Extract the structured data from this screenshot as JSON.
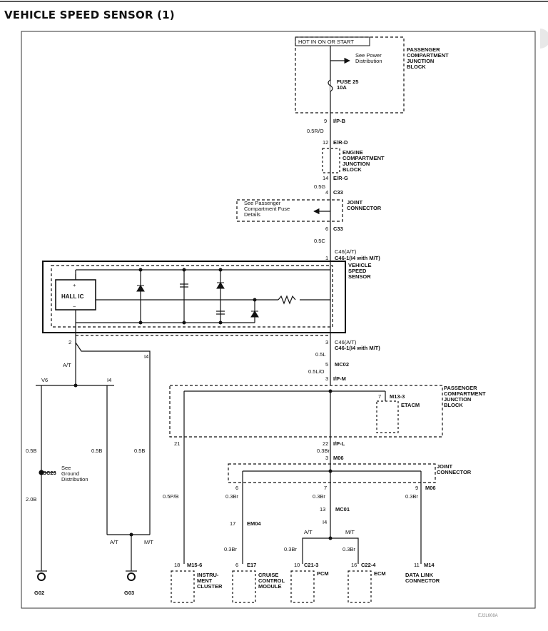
{
  "title": "VEHICLE SPEED SENSOR (1)",
  "image_id": "EJ2L608A",
  "top": {
    "hot_label": "HOT IN ON OR START",
    "see_power": [
      "See Power",
      "Distribution"
    ],
    "fuse": [
      "FUSE 25",
      "10A"
    ],
    "pcjb": [
      "PASSENGER",
      "COMPARTMENT",
      "JUNCTION",
      "BLOCK"
    ]
  },
  "main_line": {
    "p9": "9",
    "ipb": "I/P-B",
    "w1": "0.5R/O",
    "p12": "12",
    "erd": "E/R-D",
    "ecjb": [
      "ENGINE",
      "COMPARTMENT",
      "JUNCTION",
      "BLOCK"
    ],
    "p14": "14",
    "erg": "E/R-G",
    "w2": "0.5G",
    "p4": "4",
    "c33a": "C33",
    "see_pass": [
      "See Passenger",
      "Compartment Fuse",
      "Details"
    ],
    "jc1": [
      "JOINT",
      "CONNECTOR"
    ],
    "p6": "6",
    "c33b": "C33",
    "w3": "0.5C",
    "p1": "1",
    "c46a": "C46(A/T)",
    "c46b": "C46-1(I4 with M/T)",
    "vss": [
      "VEHICLE",
      "SPEED",
      "SENSOR"
    ],
    "hall": "HALL IC",
    "plus": "+",
    "minus": "−",
    "p3": "3",
    "c46c": "C46(A/T)",
    "c46d": "C46-1(I4 with M/T)",
    "w4": "0.5L",
    "p5": "5",
    "mc02": "MC02",
    "w5": "0.5L/O",
    "p3b": "3",
    "ipm": "I/P-M"
  },
  "pcjb2": {
    "p7": "7",
    "m133": "M13-3",
    "etacm": "ETACM",
    "label": [
      "PASSENGER",
      "COMPARTMENT",
      "JUNCTION",
      "BLOCK"
    ],
    "p21": "21",
    "p22": "22",
    "ipl": "I/P-L"
  },
  "left_ground": {
    "p2": "2",
    "at": "A/T",
    "i4": "I4",
    "v6": "V6",
    "i4b": "I4",
    "w_v6": "0.5B",
    "w_i4": "0.5B",
    "w_i4b": "0.5B",
    "sc23": "SC23",
    "see_ground": [
      "See",
      "Ground",
      "Distribution"
    ],
    "w20b": "2.0B",
    "at2": "A/T",
    "mt2": "M/T",
    "g02": "G02",
    "g03": "G03"
  },
  "right_branch": {
    "w03br": "0.3Br",
    "p3m": "3",
    "m06": "M06",
    "jc2": [
      "JOINT",
      "CONNECTOR"
    ],
    "p6b": "6",
    "p7b": "7",
    "p9b": "9",
    "m06b": "M06",
    "w_b1": "0.3Br",
    "w_b2": "0.3Br",
    "w_b3": "0.3Br",
    "p13": "13",
    "mc01": "MC01",
    "p17": "17",
    "em04": "EM04",
    "i4c": "I4",
    "at3": "A/T",
    "mt3": "M/T",
    "w_pb": "0.5P/B",
    "w_c1": "0.3Br",
    "w_c2": "0.3Br",
    "w_c3": "0.3Br"
  },
  "modules": {
    "p18": "18",
    "m156": "M15-6",
    "ic": [
      "INSTRU-",
      "MENT",
      "CLUSTER"
    ],
    "p6c": "6",
    "e17": "E17",
    "ccm": [
      "CRUISE",
      "CONTROL",
      "MODULE"
    ],
    "p10": "10",
    "c213": "C21-3",
    "pcm": "PCM",
    "p16": "16",
    "c224": "C22-4",
    "ecm": "ECM",
    "p11": "11",
    "m14": "M14",
    "dlc": [
      "DATA LINK",
      "CONNECTOR"
    ]
  }
}
